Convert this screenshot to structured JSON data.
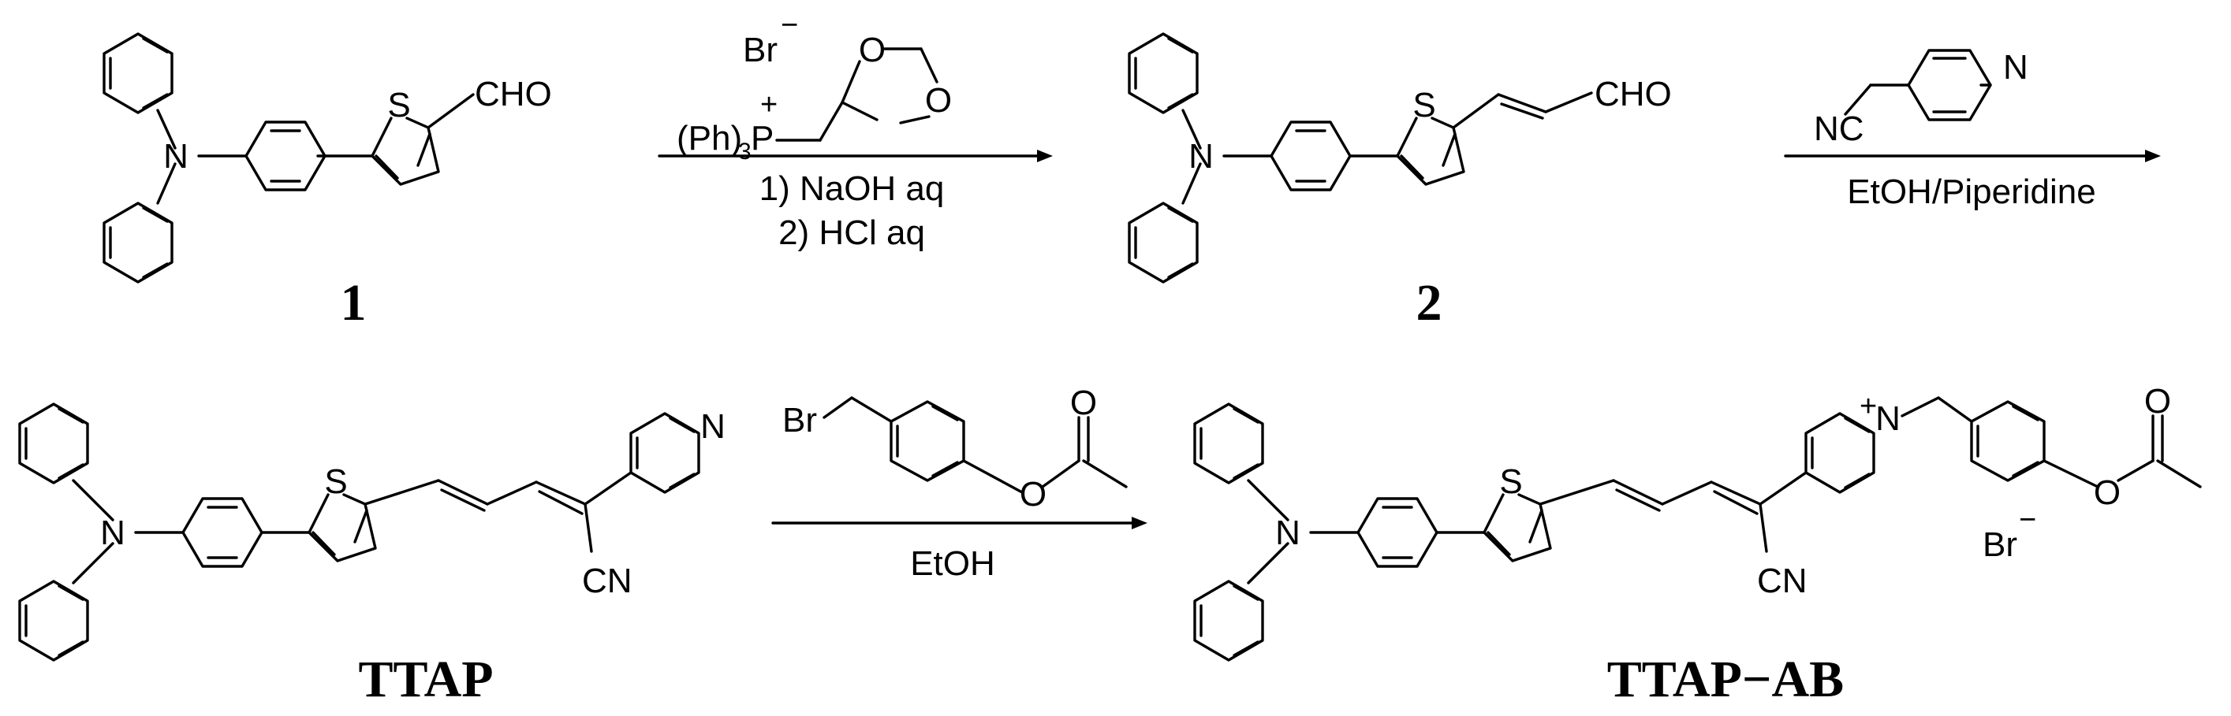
{
  "compounds": {
    "c1": {
      "label": "1",
      "aldehyde": "CHO"
    },
    "c2": {
      "label": "2",
      "aldehyde": "CHO"
    },
    "ttap": {
      "label": "TTAP",
      "nitrile": "CN"
    },
    "ttap_ab": {
      "label": "TTAP−AB",
      "nitrile": "CN",
      "counterion": "Br",
      "counterion_charge": "−",
      "cation_charge": "+"
    }
  },
  "atoms": {
    "nitrogen": "N",
    "sulfur": "S",
    "oxygen": "O"
  },
  "reactions": {
    "r1": {
      "reagent_anion": "Br",
      "reagent_anion_charge": "−",
      "reagent_prefix": "(Ph)",
      "reagent_prefix_sub": "3",
      "reagent_p": "P",
      "reagent_p_charge": "+",
      "step1": "1) NaOH aq",
      "step2": "2) HCl aq"
    },
    "r2": {
      "reagent_nitrile": "NC",
      "conditions": "EtOH/Piperidine"
    },
    "r3": {
      "reagent_br": "Br",
      "conditions": "EtOH"
    }
  }
}
